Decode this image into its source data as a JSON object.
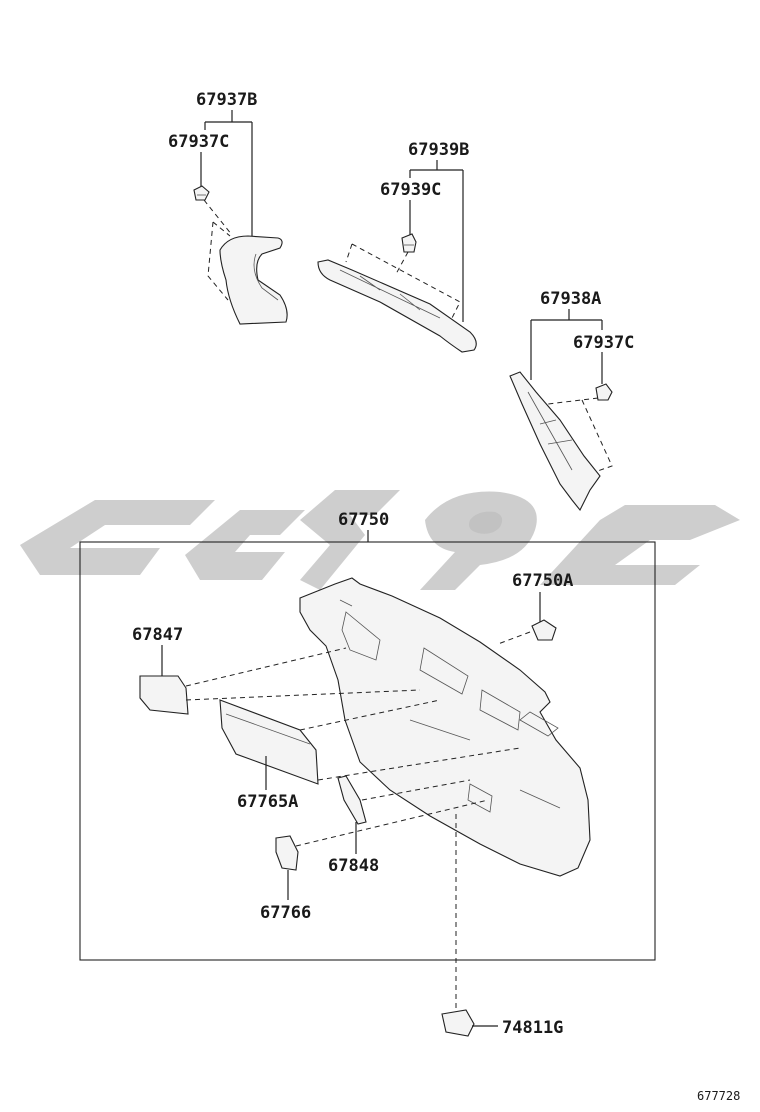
{
  "parts": {
    "p67937B": "67937B",
    "p67937C_top": "67937C",
    "p67939B": "67939B",
    "p67939C": "67939C",
    "p67938A": "67938A",
    "p67937C_right": "67937C",
    "p67750": "67750",
    "p67750A": "67750A",
    "p67847": "67847",
    "p67765A": "67765A",
    "p67848": "67848",
    "p67766": "67766",
    "p74811G": "74811G"
  },
  "figure_code": "677728",
  "colors": {
    "line": "#222222",
    "watermark": "#bdbdbd"
  }
}
